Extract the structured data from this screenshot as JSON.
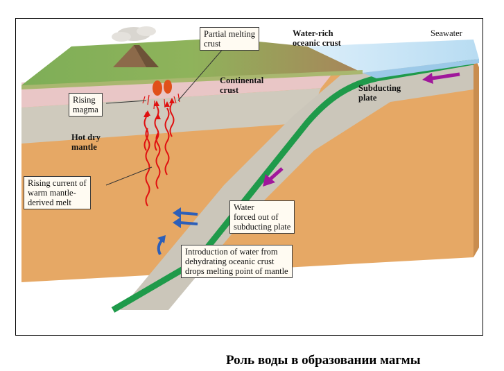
{
  "labels": {
    "partial_melting": [
      "Partial melting",
      "crust"
    ],
    "water_rich": [
      "Water-rich",
      "oceanic crust"
    ],
    "seawater": "Seawater",
    "continental_crust": [
      "Continental",
      "crust"
    ],
    "rising_magma": [
      "Rising",
      "magma"
    ],
    "subducting_plate": [
      "Subducting",
      "plate"
    ],
    "hot_dry_mantle": [
      "Hot dry",
      "mantle"
    ],
    "rising_current": [
      "Rising current of",
      "warm mantle-",
      "derived melt"
    ],
    "water_forced": [
      "Water",
      "forced out of",
      "subducting plate"
    ],
    "introduction_water": [
      "Introduction of water from",
      "dehydrating oceanic crust",
      "drops melting point of mantle"
    ]
  },
  "caption": "Роль воды в образовании магмы",
  "colors": {
    "mantle": "#e6a865",
    "continental_crust": "#e8c4c4",
    "lithosphere_gray": "#c9c5bb",
    "oceanic_green": "#1f9a4a",
    "seawater": "#cfe6f5",
    "arrow_purple": "#a0179b",
    "arrow_blue": "#2d5fb8",
    "magma_red": "#e01010",
    "land_green": "#6ea24a"
  }
}
